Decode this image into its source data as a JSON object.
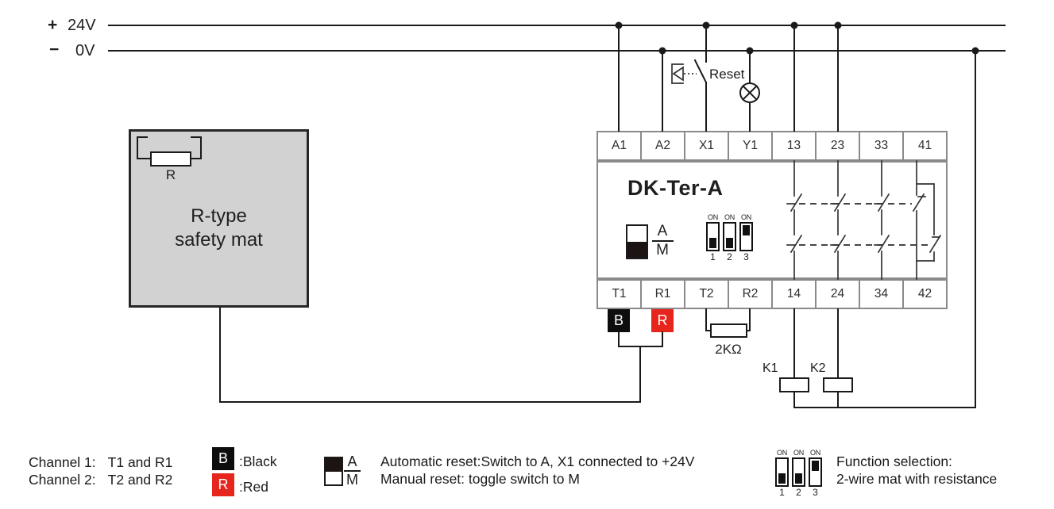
{
  "power": {
    "plus": "+",
    "v24": "24V",
    "minus": "−",
    "v0": "0V"
  },
  "reset": {
    "label": "Reset"
  },
  "mat": {
    "line1": "R-type",
    "line2": "safety mat",
    "resistor_label": "R"
  },
  "module": {
    "name": "DK-Ter-A",
    "top_terminals": [
      "A1",
      "A2",
      "X1",
      "Y1",
      "13",
      "23",
      "33",
      "41"
    ],
    "bottom_terminals": [
      "T1",
      "R1",
      "T2",
      "R2",
      "14",
      "24",
      "34",
      "42"
    ]
  },
  "am": {
    "a": "A",
    "m": "M"
  },
  "dip": {
    "on": "ON",
    "n1": "1",
    "n2": "2",
    "n3": "3"
  },
  "tags": {
    "black": "B",
    "red": "R"
  },
  "resistor2k": {
    "label": "2KΩ"
  },
  "relays": {
    "k1": "K1",
    "k2": "K2"
  },
  "legend": {
    "ch1_label": "Channel 1:",
    "ch1_value": "T1 and R1",
    "ch2_label": "Channel 2:",
    "ch2_value": "T2 and R2",
    "black": ":Black",
    "red": ":Red",
    "auto": "Automatic reset:Switch to A, X1 connected to +24V",
    "manual": "Manual reset: toggle switch to M",
    "func1": "Function selection:",
    "func2": "2-wire mat with resistance"
  },
  "colors": {
    "wire": "#1a1a1a",
    "tag_black": "#0d0d0d",
    "tag_red": "#e6251c",
    "strip_border": "#8a8a8a",
    "mat_fill": "#d2d2d2"
  }
}
